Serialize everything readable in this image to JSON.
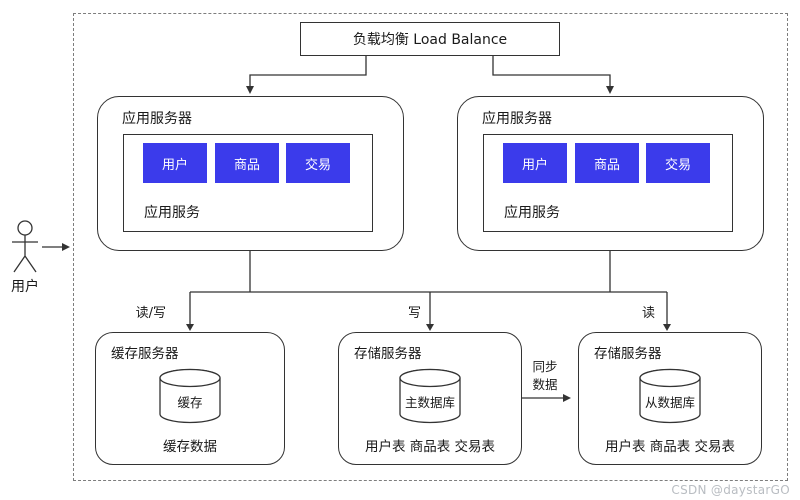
{
  "colors": {
    "accent_blue": "#3b3beb",
    "line": "#333333",
    "watermark_gray": "#b9bdc2"
  },
  "actor": {
    "label": "用户"
  },
  "load_balancer": {
    "label": "负载均衡 Load Balance"
  },
  "app_servers": [
    {
      "title": "应用服务器",
      "services": [
        "用户",
        "商品",
        "交易"
      ],
      "layer_label": "应用服务"
    },
    {
      "title": "应用服务器",
      "services": [
        "用户",
        "商品",
        "交易"
      ],
      "layer_label": "应用服务"
    }
  ],
  "data_servers": [
    {
      "title": "缓存服务器",
      "db": "缓存",
      "bottom": "缓存数据"
    },
    {
      "title": "存储服务器",
      "db": "主数据库",
      "bottom": "用户表 商品表 交易表"
    },
    {
      "title": "存储服务器",
      "db": "从数据库",
      "bottom": "用户表 商品表 交易表"
    }
  ],
  "edges": {
    "read_write": "读/写",
    "write": "写",
    "read": "读",
    "sync": "同步\n数据"
  },
  "watermark": "CSDN @daystarGO"
}
